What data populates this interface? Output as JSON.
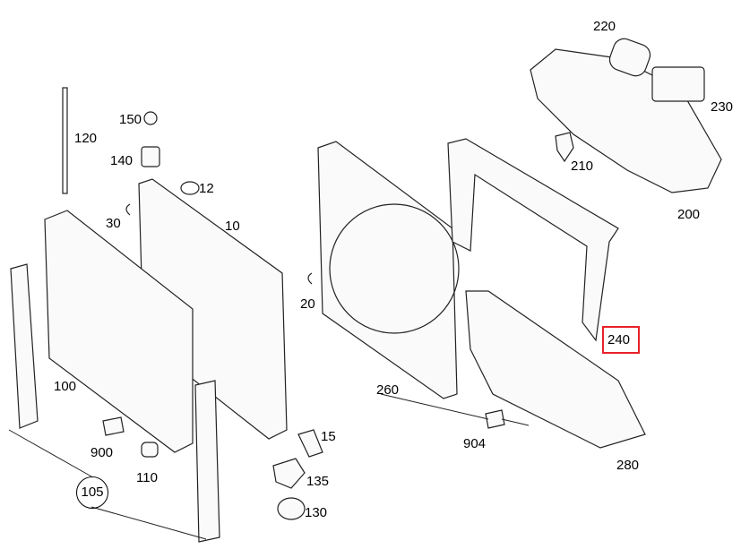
{
  "diagram": {
    "selected_part": "240",
    "highlight_color": "#e8202a",
    "parts": {
      "p220": "220",
      "p230": "230",
      "p200": "200",
      "p210": "210",
      "p120": "120",
      "p150": "150",
      "p140": "140",
      "p12": "12",
      "p10": "10",
      "p30": "30",
      "p20": "20",
      "p260": "260",
      "p904": "904",
      "p280": "280",
      "p240": "240",
      "p100": "100",
      "p900": "900",
      "p110": "110",
      "p105": "105",
      "p15": "15",
      "p135": "135",
      "p130": "130"
    }
  }
}
